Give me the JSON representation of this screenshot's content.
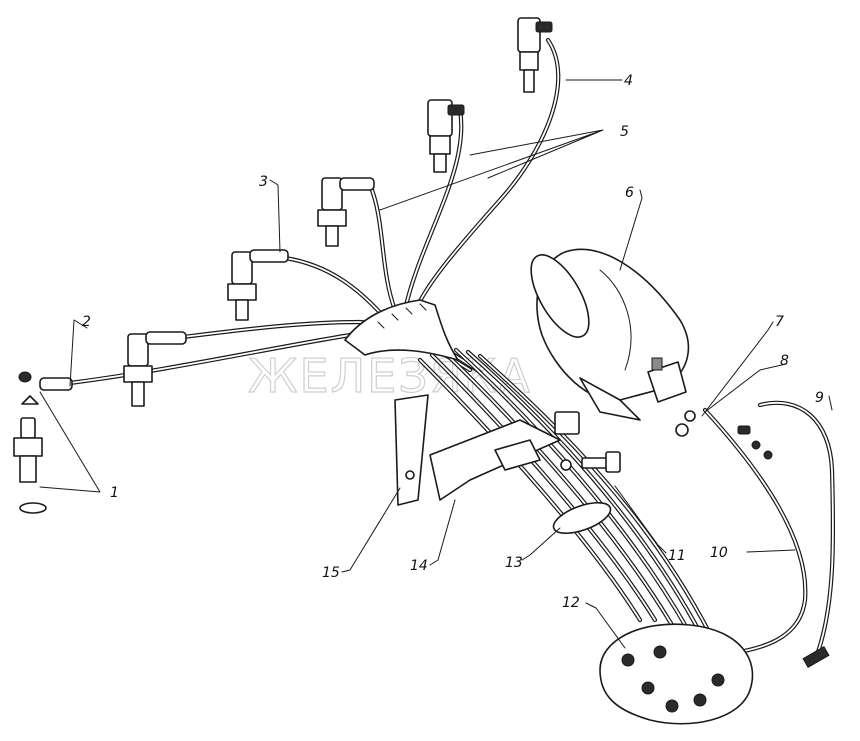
{
  "watermark": "ЖЕЛЕЗЯКА",
  "labels": [
    "1",
    "2",
    "3",
    "4",
    "5",
    "6",
    "7",
    "8",
    "9",
    "10",
    "11",
    "12",
    "13",
    "14",
    "15"
  ]
}
